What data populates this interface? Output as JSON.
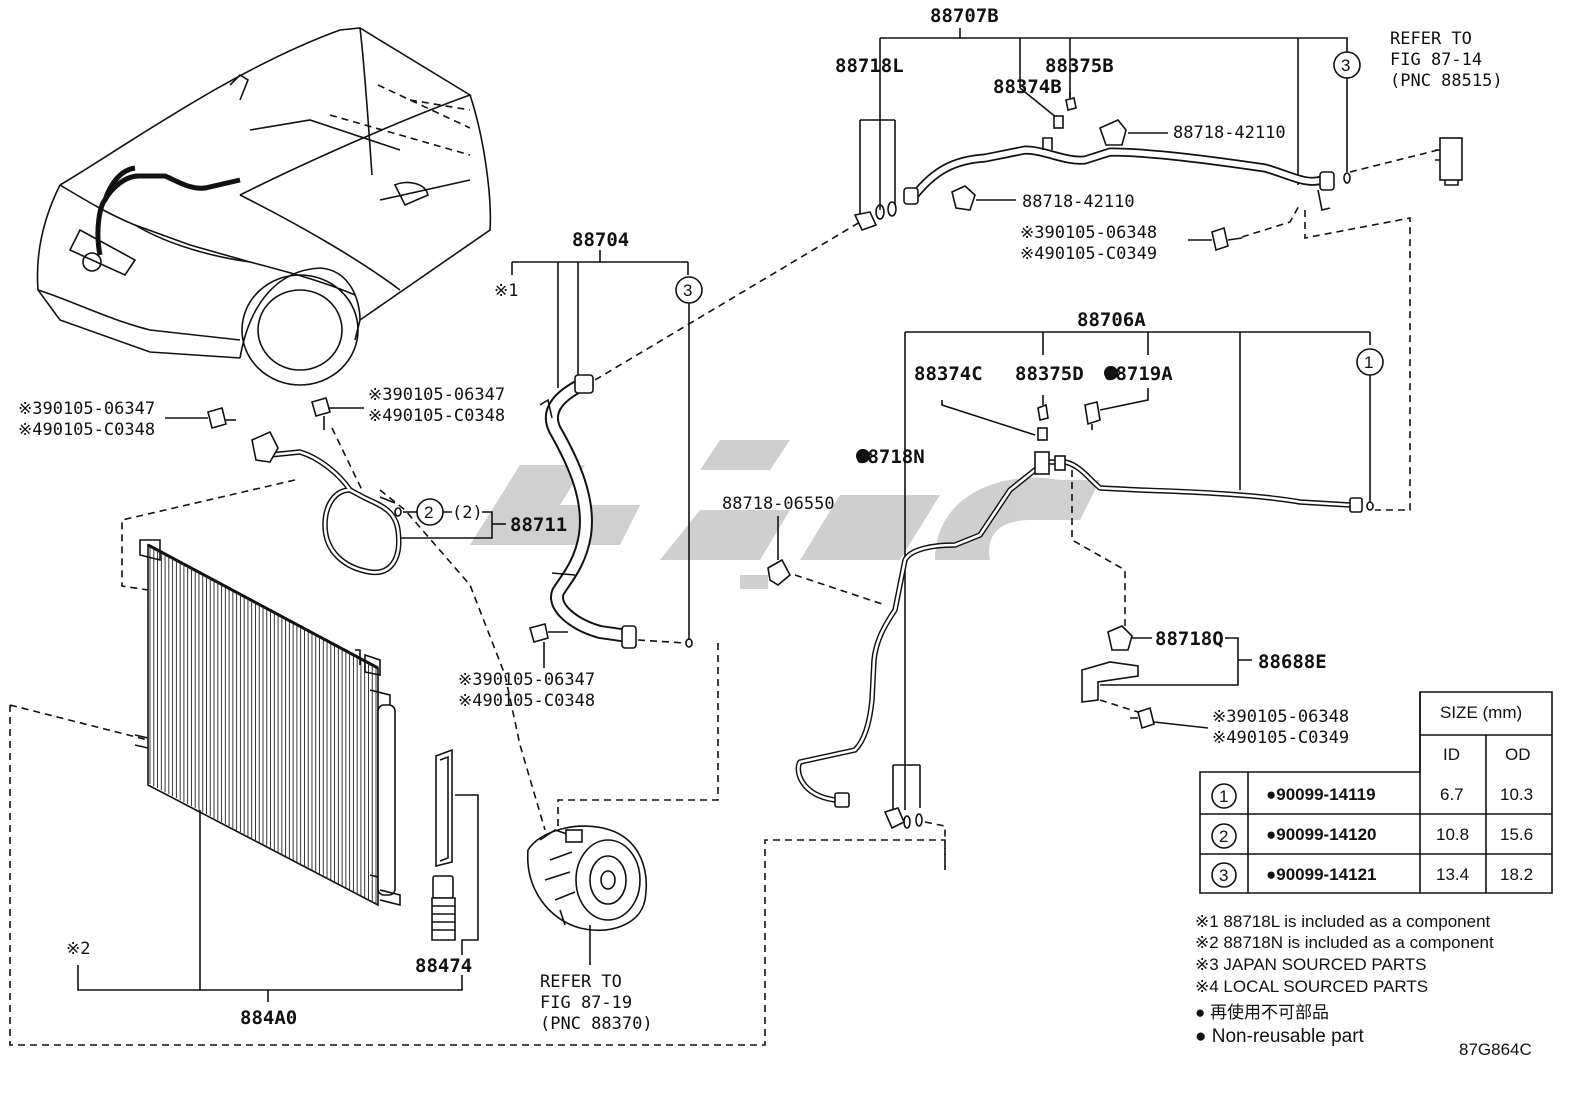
{
  "parts": {
    "p88707B": "88707B",
    "p88718L": "88718L",
    "p88375B": "88375B",
    "p88374B": "88374B",
    "p88718_42110_a": "88718-42110",
    "p88718_42110_b": "88718-42110",
    "p88704": "88704",
    "p88706A": "88706A",
    "p88374C": "88374C",
    "p88375D": "88375D",
    "p88719A": "88719A",
    "p88718N": "88718N",
    "p88718_06550": "88718-06550",
    "p88711": "88711",
    "p88718Q": "88718Q",
    "p88688E": "88688E",
    "p88474": "88474",
    "p884A0": "884A0",
    "bracket2": "(2)"
  },
  "bolts": {
    "top_right": [
      "※390105-06348",
      "※490105-C0349"
    ],
    "mid_right": [
      "※390105-06348",
      "※490105-C0349"
    ],
    "left_upper": [
      "※390105-06347",
      "※490105-C0348"
    ],
    "left_side": [
      "※390105-06347",
      "※490105-C0348"
    ],
    "center": [
      "※390105-06347",
      "※490105-C0348"
    ]
  },
  "markers": {
    "m1_label": "※1",
    "m2_label": "※2",
    "circle1": "1",
    "circle2": "2",
    "circle3": "3"
  },
  "refs": {
    "top": [
      "REFER TO",
      "FIG 87-14",
      "(PNC 88515)"
    ],
    "bottom": [
      "REFER TO",
      "FIG 87-19",
      "(PNC 88370)"
    ]
  },
  "size_table": {
    "header": "SIZE (mm)",
    "col_id": "ID",
    "col_od": "OD",
    "rows": [
      {
        "num": "1",
        "part": "●90099-14119",
        "id": "6.7",
        "od": "10.3"
      },
      {
        "num": "2",
        "part": "●90099-14120",
        "id": "10.8",
        "od": "15.6"
      },
      {
        "num": "3",
        "part": "●90099-14121",
        "id": "13.4",
        "od": "18.2"
      }
    ]
  },
  "notes": [
    "※1 88718L is included as a component",
    "※2 88718N is included as a component",
    "※3 JAPAN SOURCED PARTS",
    "※4 LOCAL SOURCED PARTS",
    "● 再使用不可部品",
    "● Non-reusable part"
  ],
  "figure_id": "87G864C",
  "watermark": "شیبو"
}
